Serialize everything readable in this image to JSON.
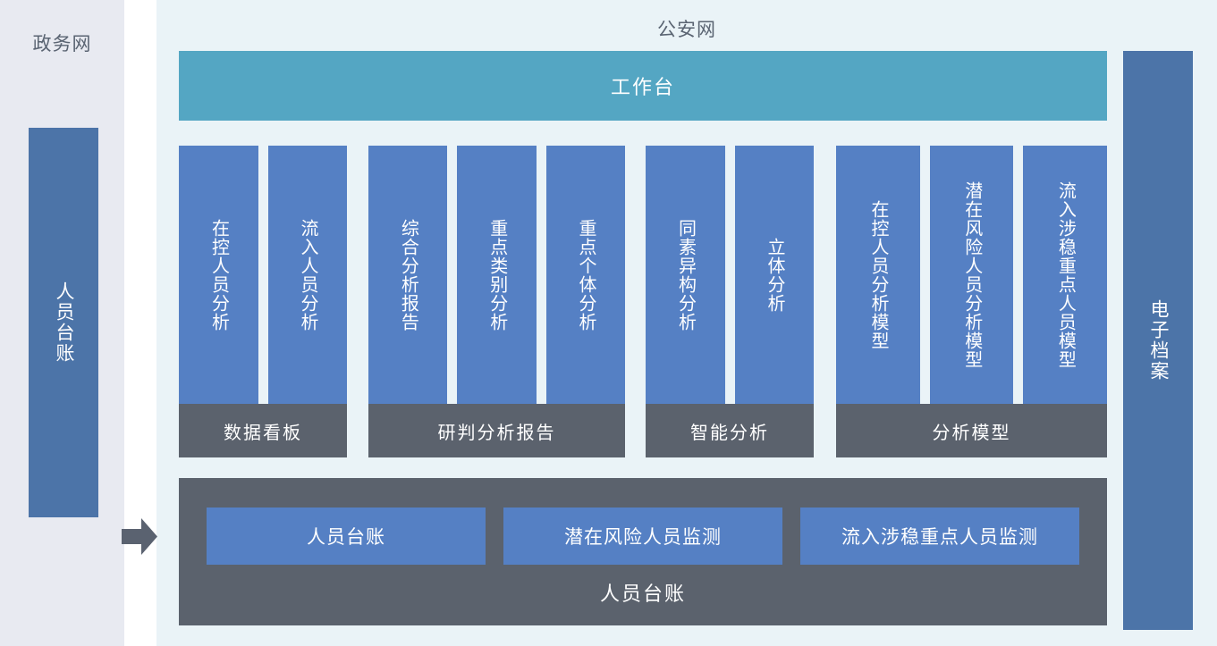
{
  "zones": {
    "government": {
      "title": "政务网"
    },
    "police": {
      "title": "公安网"
    }
  },
  "side_bars": {
    "left": {
      "label": "人员台账"
    },
    "right": {
      "label": "电子档案"
    }
  },
  "flow": {
    "arrow_icon": "arrow-right-icon"
  },
  "workbench": {
    "label": "工作台"
  },
  "groups": [
    {
      "footer": "数据看板",
      "columns": [
        {
          "label": "在控人员分析"
        },
        {
          "label": "流入人员分析"
        }
      ]
    },
    {
      "footer": "研判分析报告",
      "columns": [
        {
          "label": "综合分析报告"
        },
        {
          "label": "重点类别分析"
        },
        {
          "label": "重点个体分析"
        }
      ]
    },
    {
      "footer": "智能分析",
      "columns": [
        {
          "label": "同素异构分析"
        },
        {
          "label": "立体分析"
        }
      ]
    },
    {
      "footer": "分析模型",
      "columns": [
        {
          "label": "在控人员分析模型"
        },
        {
          "label": "潜在风险人员分析模型"
        },
        {
          "label": "流入涉稳重点人员模型"
        }
      ]
    }
  ],
  "ledger_panel": {
    "label": "人员台账",
    "tiles": [
      {
        "label": "人员台账"
      },
      {
        "label": "潜在风险人员监测"
      },
      {
        "label": "流入涉稳重点人员监测"
      }
    ]
  },
  "colors": {
    "zone_government_bg": "#e8eaf1",
    "zone_gap_bg": "#ffffff",
    "zone_police_bg": "#eaf3f7",
    "side_bar": "#4c74a8",
    "workbench": "#54a6c3",
    "column": "#5580c4",
    "group_footer": "#5b626d",
    "panel": "#5b626d",
    "tile": "#5580c4",
    "arrow": "#5a6270",
    "title_text": "#5a6472"
  }
}
